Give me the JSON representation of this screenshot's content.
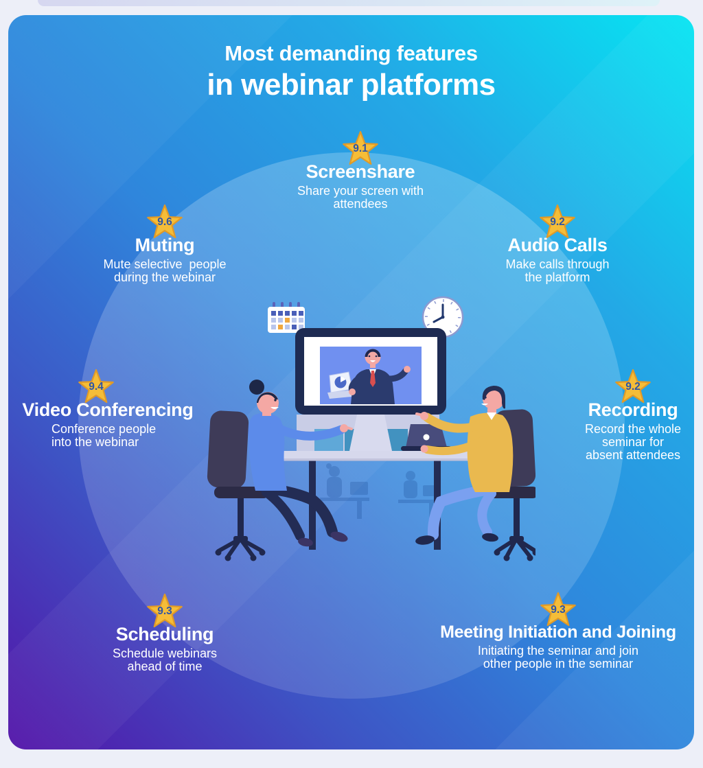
{
  "header": {
    "title_line1": "Most demanding features",
    "title_line2": "in webinar platforms"
  },
  "features": [
    {
      "key": "screenshare",
      "rating": "9.1",
      "title": "Screenshare",
      "description": "Share your screen with\nattendees"
    },
    {
      "key": "muting",
      "rating": "9.6",
      "title": "Muting",
      "description": "Mute selective  people\nduring the webinar"
    },
    {
      "key": "audio-calls",
      "rating": "9.2",
      "title": "Audio Calls",
      "description": "Make calls through\nthe platform"
    },
    {
      "key": "video-conferencing",
      "rating": "9.4",
      "title": "Video Conferencing",
      "description": "Conference people\ninto the webinar"
    },
    {
      "key": "recording",
      "rating": "9.2",
      "title": "Recording",
      "description": "Record the whole\nseminar for\nabsent attendees"
    },
    {
      "key": "scheduling",
      "rating": "9.3",
      "title": "Scheduling",
      "description": "Schedule webinars\nahead of time"
    },
    {
      "key": "meeting-initiation-and-joining",
      "rating": "9.3",
      "title": "Meeting Initiation and Joining",
      "description": "Initiating the seminar and join\nother people in the seminar"
    }
  ],
  "colors": {
    "card_gradient_top_right": "#06e5f2",
    "card_gradient_middle": "#2f86dc",
    "card_gradient_bottom_left": "#5313a8",
    "star_fill": "#f5bd38",
    "star_border": "#e09a28",
    "rating_text": "#2e55a5",
    "text": "#ffffff"
  },
  "illustration": {
    "icons": [
      "calendar-icon",
      "clock-icon",
      "monitor",
      "video-presenter",
      "laptop",
      "woman-attendee",
      "man-attendee",
      "office-chair",
      "desk",
      "background-silhouettes"
    ]
  }
}
